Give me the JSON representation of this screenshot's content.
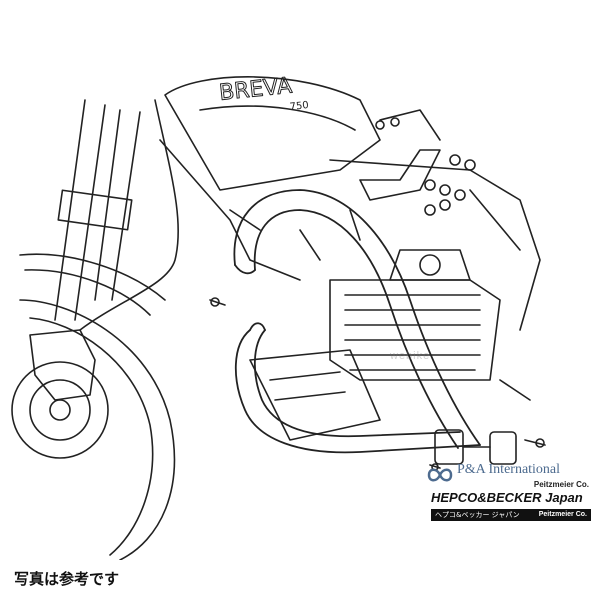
{
  "drawing": {
    "model_mark": "BREVA",
    "model_sub": "750",
    "watermark": "webike"
  },
  "logo": {
    "top_line": "P&A International",
    "sub_line_1": "Peitzmeier Co.",
    "brand": "HEPCO&BECKER Japan",
    "band_jp": "ヘプコ&ベッカー ジャパン",
    "band_en": "Peitzmeier Co."
  },
  "caption": "写真は参考です"
}
